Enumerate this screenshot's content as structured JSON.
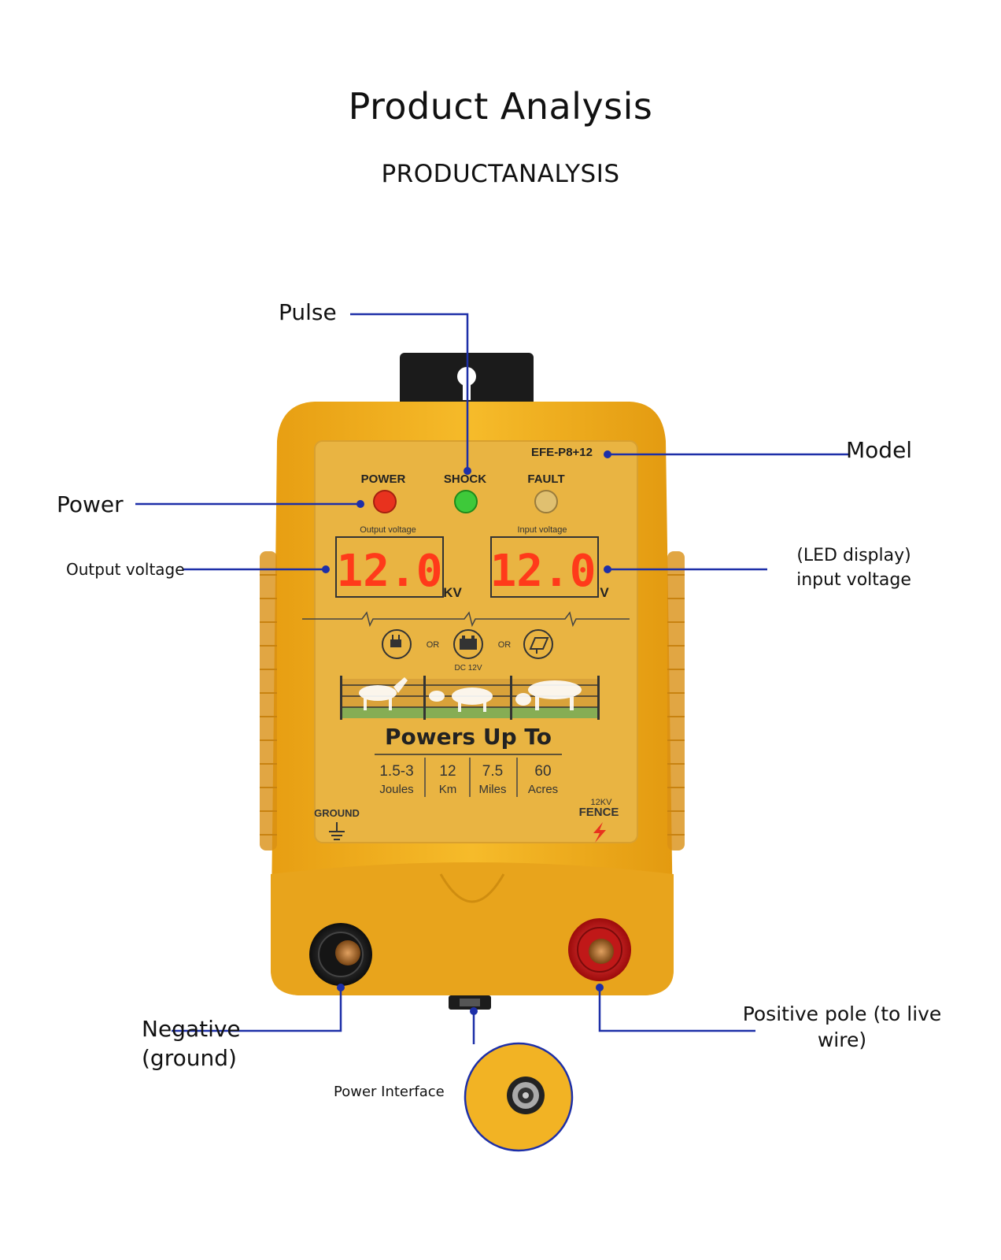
{
  "header": {
    "title": "Product Analysis",
    "subtitle": "PRODUCTANALYSIS"
  },
  "callouts": {
    "pulse": "Pulse",
    "model": "Model",
    "power": "Power",
    "output_voltage": "Output voltage",
    "led_display_line1": "(LED display)",
    "led_display_line2": "input voltage",
    "negative_line1": "Negative",
    "negative_line2": "(ground)",
    "positive_line1": "Positive pole (to live",
    "positive_line2": "wire)",
    "power_interface": "Power Interface"
  },
  "device": {
    "model": "EFE-P8+12",
    "indicators": {
      "power": "POWER",
      "shock": "SHOCK",
      "fault": "FAULT"
    },
    "output_display": {
      "caption": "Output voltage",
      "value": "12.0",
      "unit": "KV"
    },
    "input_display": {
      "caption": "Input voltage",
      "value": "12.0",
      "unit": "V"
    },
    "source_or_1": "OR",
    "source_or_2": "OR",
    "dc_label": "DC 12V",
    "powers_heading": "Powers Up To",
    "specs": [
      {
        "value": "1.5-3",
        "unit": "Joules"
      },
      {
        "value": "12",
        "unit": "Km"
      },
      {
        "value": "7.5",
        "unit": "Miles"
      },
      {
        "value": "60",
        "unit": "Acres"
      }
    ],
    "ground_label": "GROUND",
    "fence_kv": "12KV",
    "fence_label": "FENCE"
  },
  "colors": {
    "body": "#f0b024",
    "panel": "#e9b442",
    "callout_line": "#1d2fa8",
    "power_led": "#e8321e",
    "shock_led": "#3ec93a",
    "display_digits": "#ff3a1a"
  }
}
